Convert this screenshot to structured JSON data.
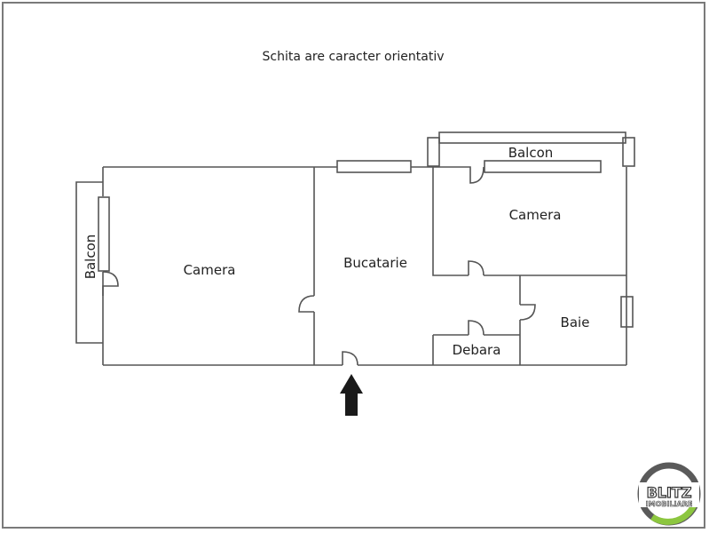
{
  "title": "Schita are caracter orientativ",
  "rooms": {
    "camera_large": "Camera",
    "bucatarie": "Bucatarie",
    "camera_small": "Camera",
    "baie": "Baie",
    "debara": "Debara",
    "balcon_top": "Balcon",
    "balcon_left": "Balcon"
  },
  "entrance_arrow": "entrance-arrow",
  "logo": {
    "line1": "BLITZ",
    "line2": "IMOBILIARE",
    "ring_color": "#5a5a5a",
    "accent_color": "#8cc63f"
  },
  "colors": {
    "wall": "#555555",
    "frame": "#7a7a7a",
    "arrow": "#1a1a1a"
  }
}
